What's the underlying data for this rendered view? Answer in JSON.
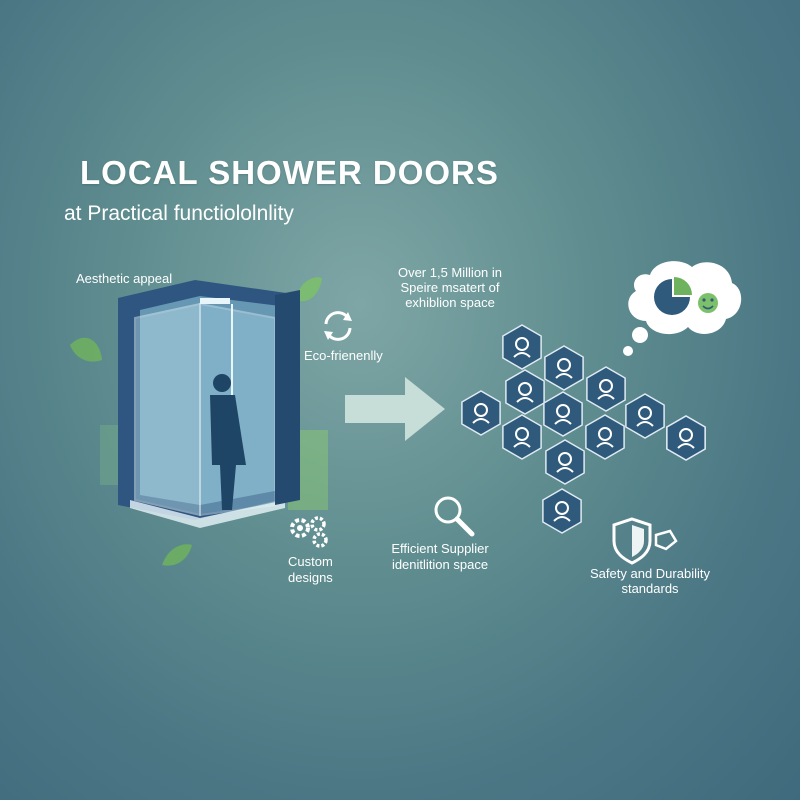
{
  "header": {
    "title": "LOCAL SHOWER DOORS",
    "subtitle": "at Practical functiololnlity"
  },
  "labels": {
    "aesthetic": "Aesthetic appeal",
    "eco": "Eco-frienenlly",
    "custom_line1": "Custom",
    "custom_line2": "designs",
    "over_line1": "Over 1,5 Million in",
    "over_line2": "Speire msatert of",
    "over_line3": "exhiblion space",
    "supplier_line1": "Efficient Supplier",
    "supplier_line2": "idenitlition space",
    "safety_line1": "Safety and Durability",
    "safety_line2": "standards"
  },
  "colors": {
    "hex_fill": "#2f5a7c",
    "hex_stroke": "#dfeaf2",
    "accent_green": "#7cc06a",
    "arrow": "#cfe4df"
  },
  "icons": {
    "hexagons": [
      "brain-icon",
      "magnifier-icon",
      "head-gear-icon",
      "team-icon",
      "mail-person-icon",
      "person-gear-icon",
      "people-icon",
      "people-group-icon",
      "gear-screen-icon",
      "support-person-icon",
      "tools-icon",
      "worker-icon",
      "wrench-icon"
    ],
    "other": [
      "recycle-icon",
      "gears-icon",
      "search-icon",
      "shield-icon",
      "thought-bubble-icon",
      "pie-chart-icon",
      "smiley-icon",
      "leaf-icon",
      "right-arrow-icon"
    ]
  }
}
